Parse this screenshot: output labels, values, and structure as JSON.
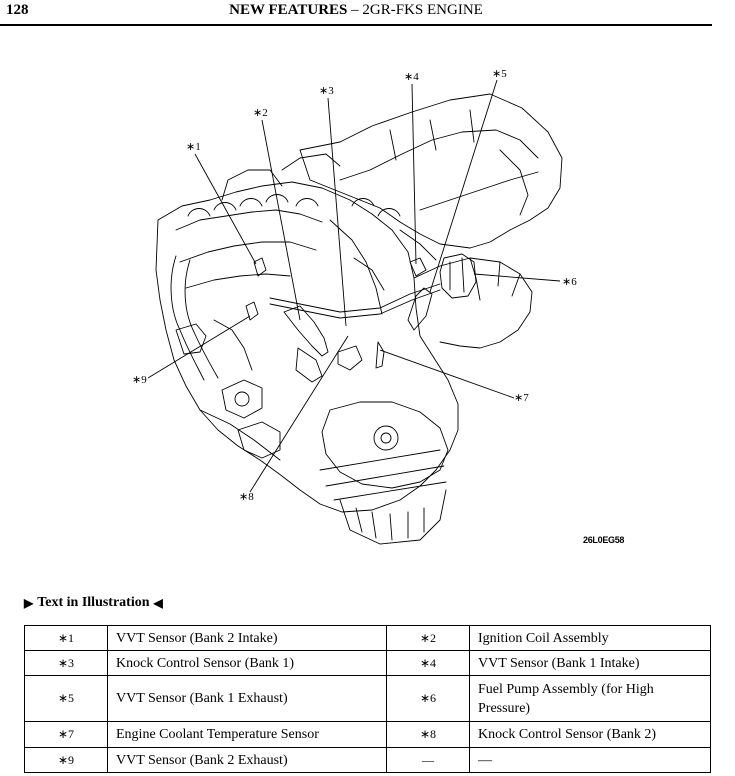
{
  "header": {
    "page_number": "128",
    "title_bold": "NEW FEATURES",
    "title_rest": " – 2GR-FKS ENGINE"
  },
  "illustration": {
    "callouts": [
      "∗1",
      "∗2",
      "∗3",
      "∗4",
      "∗5",
      "∗6",
      "∗7",
      "∗8",
      "∗9"
    ],
    "code": "26L0EG58"
  },
  "section": {
    "marker_left": "▶",
    "title": "Text in Illustration",
    "marker_right": "◀"
  },
  "legend": {
    "rows": [
      {
        "n1": "∗1",
        "d1": "VVT Sensor (Bank 2 Intake)",
        "n2": "∗2",
        "d2": "Ignition Coil Assembly"
      },
      {
        "n1": "∗3",
        "d1": "Knock Control Sensor (Bank 1)",
        "n2": "∗4",
        "d2": "VVT Sensor (Bank 1 Intake)"
      },
      {
        "n1": "∗5",
        "d1": "VVT Sensor (Bank 1 Exhaust)",
        "n2": "∗6",
        "d2": "Fuel Pump Assembly (for High Pressure)"
      },
      {
        "n1": "∗7",
        "d1": "Engine Coolant Temperature Sensor",
        "n2": "∗8",
        "d2": "Knock Control Sensor (Bank 2)"
      },
      {
        "n1": "∗9",
        "d1": "VVT Sensor (Bank 2 Exhaust)",
        "n2": "—",
        "d2": "—"
      }
    ]
  }
}
